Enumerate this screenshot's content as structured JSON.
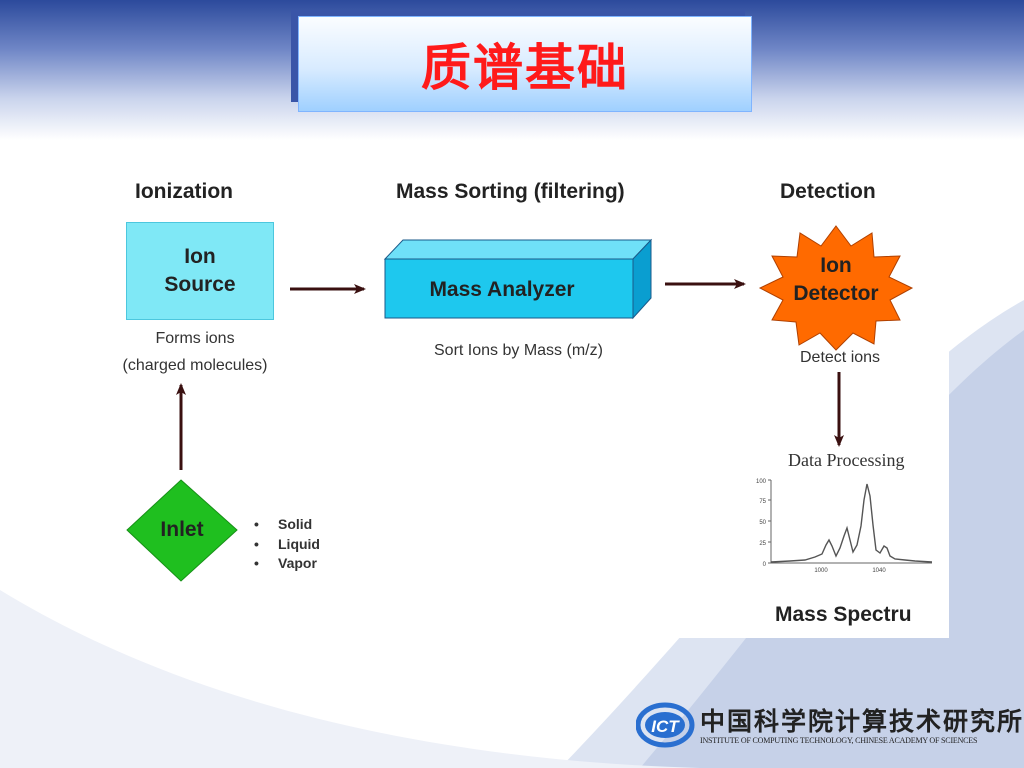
{
  "slide": {
    "title": "质谱基础"
  },
  "stages": {
    "ionization": "Ionization",
    "mass_sorting": "Mass Sorting (filtering)",
    "detection": "Detection"
  },
  "ion_source": {
    "line1": "Ion",
    "line2": "Source",
    "caption1": "Forms ions",
    "caption2": "(charged molecules)"
  },
  "mass_analyzer": {
    "label": "Mass Analyzer",
    "caption": "Sort Ions by Mass (m/z)"
  },
  "ion_detector": {
    "line1": "Ion",
    "line2": "Detector",
    "caption": "Detect  ions"
  },
  "inlet": {
    "label": "Inlet",
    "items": [
      "Solid",
      "Liquid",
      "Vapor"
    ]
  },
  "spectrum": {
    "title": "Data Processing",
    "caption": "Mass Spectru",
    "y_ticks": [
      "100",
      "75",
      "50",
      "25",
      "0"
    ],
    "x_ticks": [
      "1000",
      "1040"
    ]
  },
  "logo": {
    "abbr": "ICT",
    "name_cn": "中国科学院计算技术研究所",
    "name_en": "INSTITUTE OF COMPUTING TECHNOLOGY, CHINESE ACADEMY OF SCIENCES"
  },
  "colors": {
    "title": "#ff1a1a",
    "ion_source_fill": "#7fe8f6",
    "analyzer_front": "#1ec8ee",
    "detector_fill": "#ff6a00",
    "inlet_fill": "#1fbf1f",
    "arrow": "#3a1010"
  }
}
